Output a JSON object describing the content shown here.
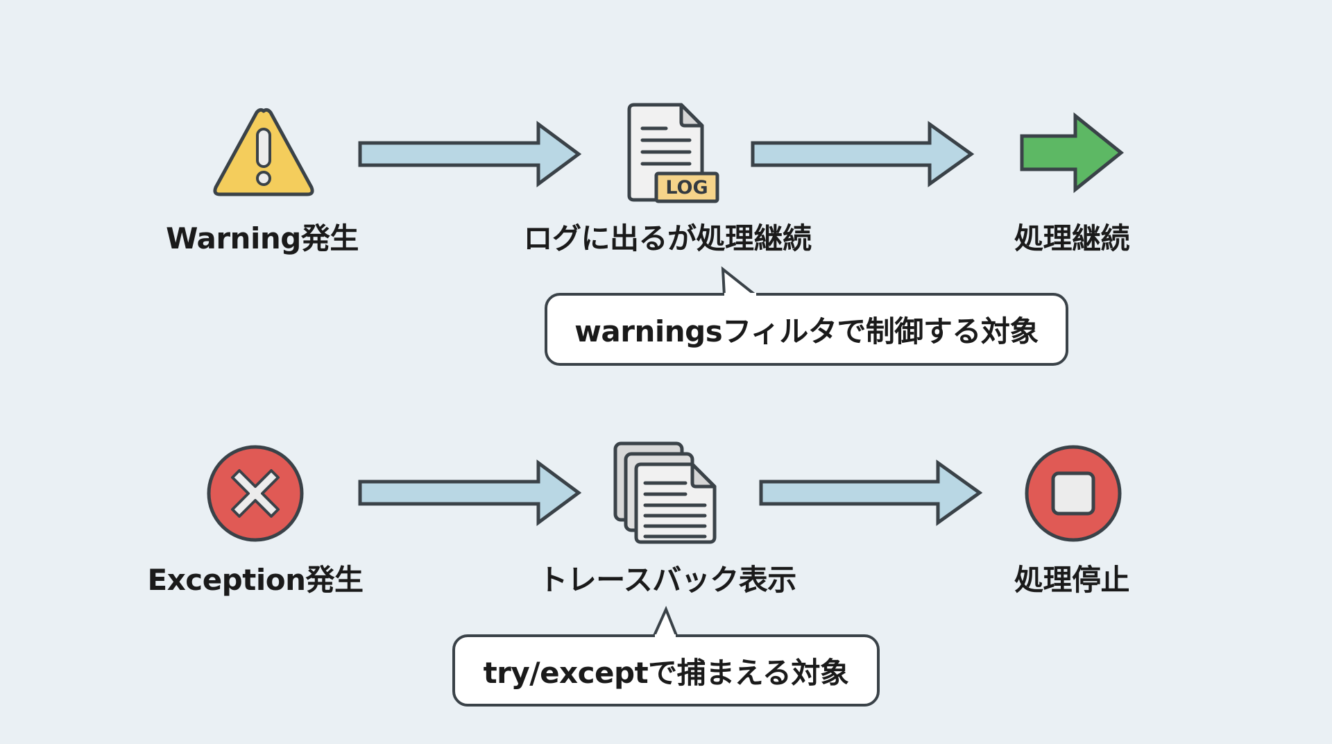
{
  "colors": {
    "background": "#eaf0f4",
    "outline": "#3a4248",
    "arrow_fill": "#b9d7e4",
    "warning_yellow": "#f4cd5c",
    "continue_green": "#5db864",
    "error_red": "#e05a55",
    "log_tag": "#f6d48a",
    "doc_fill": "#f1f1f1"
  },
  "warning_flow": {
    "start": {
      "icon": "warning-triangle-icon",
      "label": "Warning発生"
    },
    "middle": {
      "icon": "log-document-icon",
      "tag": "LOG",
      "label": "ログに出るが処理継続"
    },
    "end": {
      "icon": "green-arrow-icon",
      "label": "処理継続"
    },
    "callout": "warningsフィルタで制御する対象"
  },
  "exception_flow": {
    "start": {
      "icon": "error-x-circle-icon",
      "label": "Exception発生"
    },
    "middle": {
      "icon": "traceback-documents-icon",
      "label": "トレースバック表示"
    },
    "end": {
      "icon": "stop-circle-icon",
      "label": "処理停止"
    },
    "callout": "try/exceptで捕まえる対象"
  }
}
